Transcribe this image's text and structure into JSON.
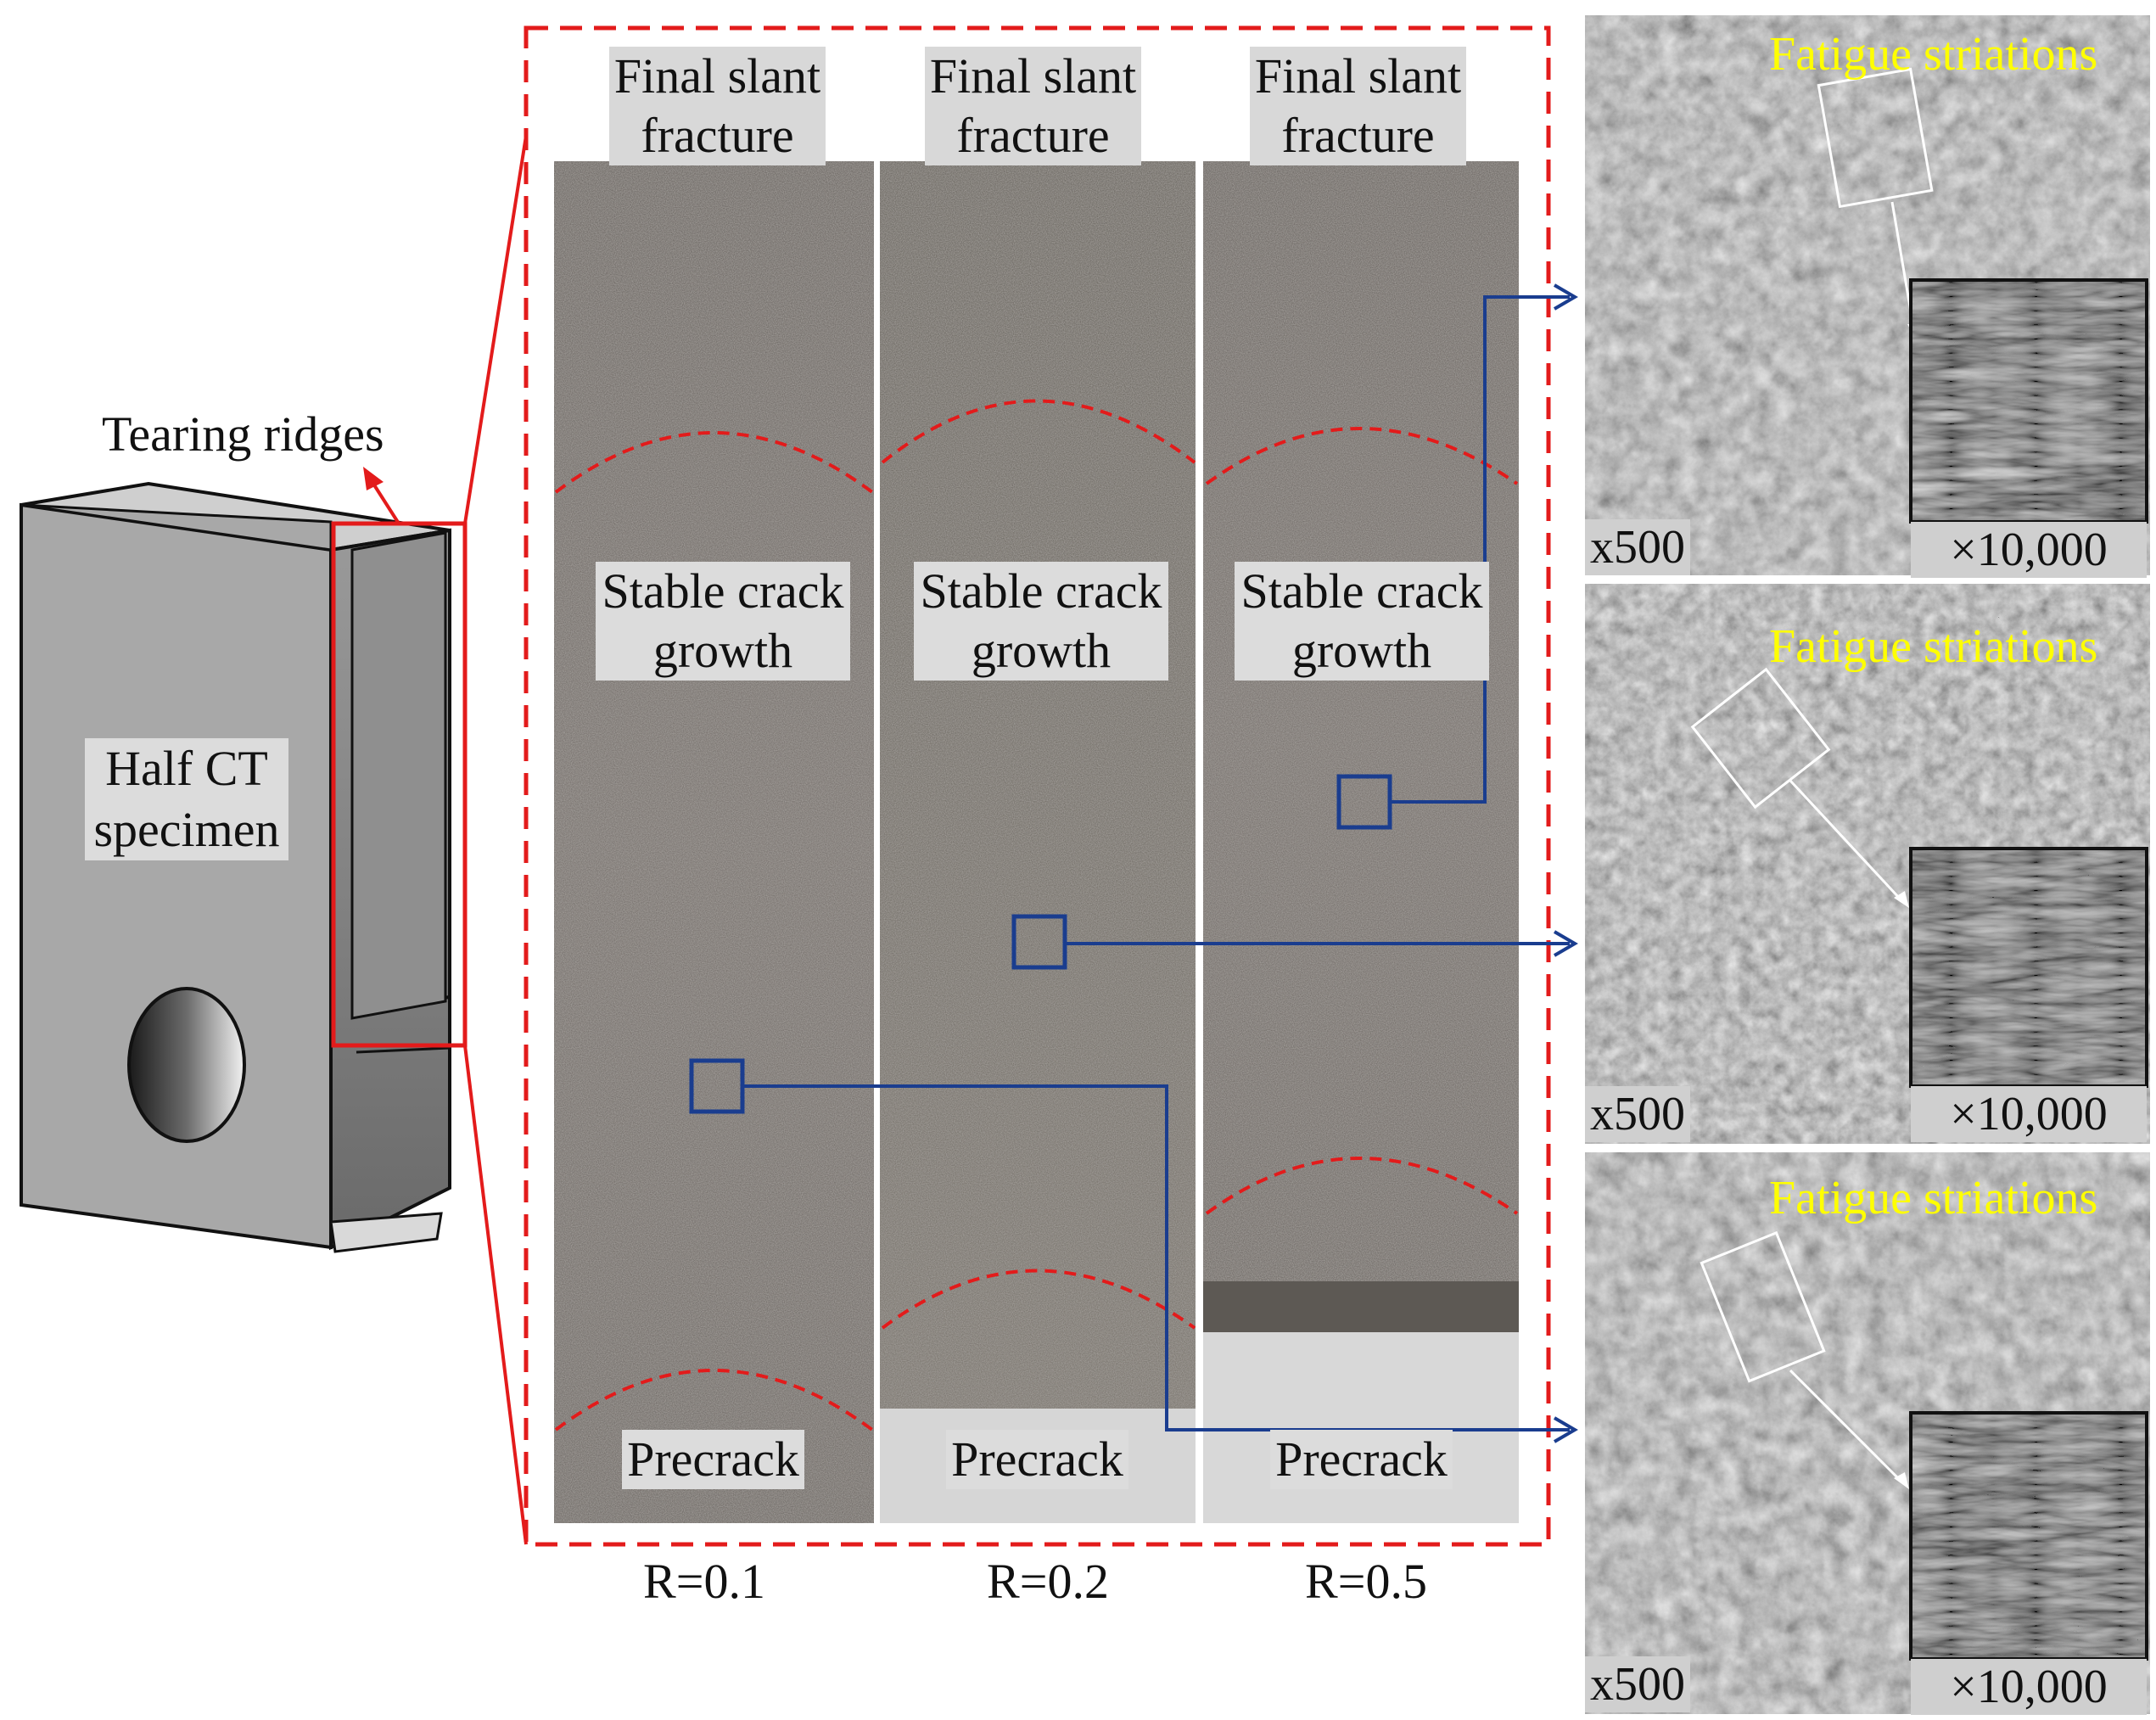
{
  "specimen": {
    "tearing_label": "Tearing ridges",
    "name_line1": "Half CT",
    "name_line2": "specimen"
  },
  "columns": [
    {
      "header_line1": "Final slant",
      "header_line2": "fracture",
      "stable_line1": "Stable crack",
      "stable_line2": "growth",
      "precrack": "Precrack",
      "r_label": "R=0.1"
    },
    {
      "header_line1": "Final slant",
      "header_line2": "fracture",
      "stable_line1": "Stable crack",
      "stable_line2": "growth",
      "precrack": "Precrack",
      "r_label": "R=0.2"
    },
    {
      "header_line1": "Final slant",
      "header_line2": "fracture",
      "stable_line1": "Stable crack",
      "stable_line2": "growth",
      "precrack": "Precrack",
      "r_label": "R=0.5"
    }
  ],
  "sem_panels": [
    {
      "title": "Fatigue striations",
      "low_mag": "x500",
      "high_mag": "×10,000"
    },
    {
      "title": "Fatigue striations",
      "low_mag": "x500",
      "high_mag": "×10,000"
    },
    {
      "title": "Fatigue striations",
      "low_mag": "x500",
      "high_mag": "×10,000"
    }
  ],
  "colors": {
    "highlight_red": "#e31b1b",
    "callout_blue": "#1a3d8f",
    "caption_yellow": "#ffff00",
    "specimen_gray": "#a8a8a8"
  }
}
